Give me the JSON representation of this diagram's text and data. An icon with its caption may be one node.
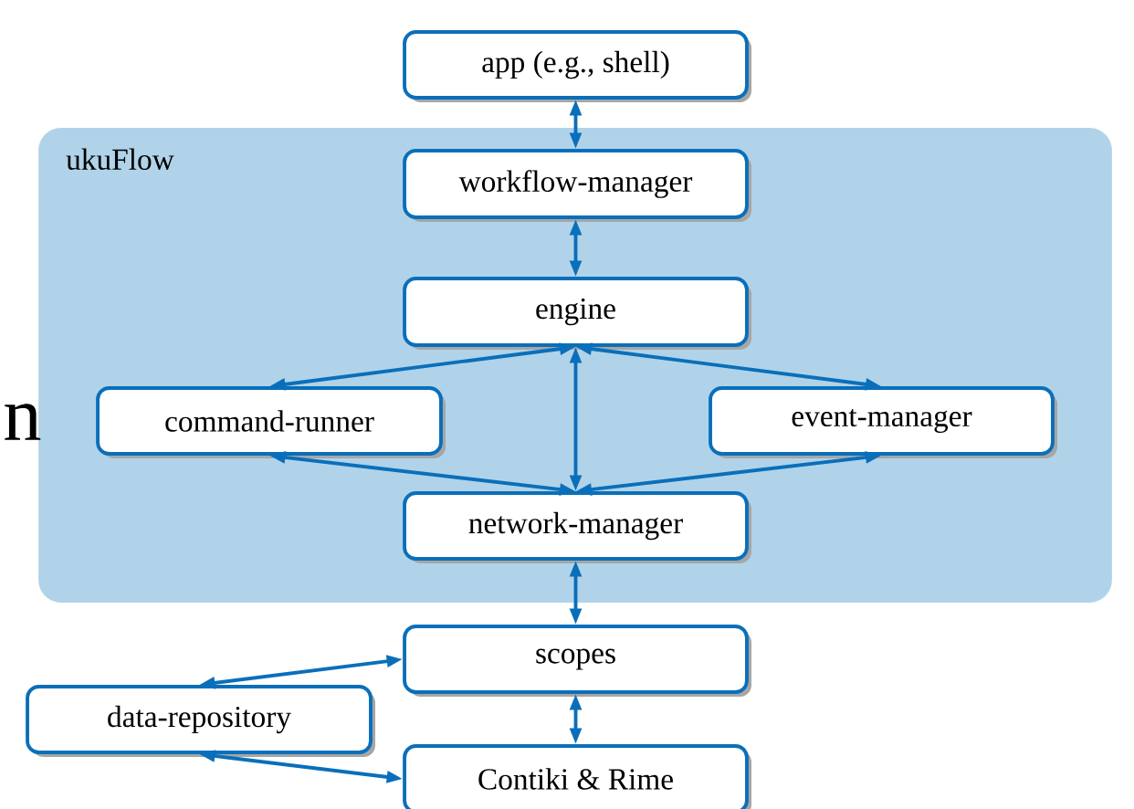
{
  "diagram": {
    "nodes": [
      {
        "text": [
          "ukuFlow"
        ]
      },
      {
        "text": [
          "app (e.g., shell)"
        ]
      },
      {
        "text": [
          "workflow-manager"
        ],
        "in": 0
      },
      {
        "text": [
          "engine"
        ],
        "in": 0
      },
      {
        "text": [
          "command-runner"
        ],
        "in": 0
      },
      {
        "text": [
          "event-manager"
        ],
        "in": 0
      },
      {
        "text": [
          "network-manager"
        ],
        "in": 0
      },
      {
        "text": [
          "scopes"
        ]
      },
      {
        "text": [
          "data-repository"
        ]
      },
      {
        "text": [
          "Contiki & Rime"
        ]
      }
    ],
    "edges": [
      {
        "from": 1,
        "to": 2,
        "arrow": "both"
      },
      {
        "from": 2,
        "to": 3,
        "arrow": "both"
      },
      {
        "from": 3,
        "to": 4,
        "arrow": "both"
      },
      {
        "from": 3,
        "to": 5,
        "arrow": "both"
      },
      {
        "from": 3,
        "to": 6,
        "arrow": "both"
      },
      {
        "from": 4,
        "to": 6,
        "arrow": "both"
      },
      {
        "from": 5,
        "to": 6,
        "arrow": "both"
      },
      {
        "from": 6,
        "to": 7,
        "arrow": "both"
      },
      {
        "from": 7,
        "to": 8,
        "arrow": "both"
      },
      {
        "from": 7,
        "to": 9,
        "arrow": "both"
      },
      {
        "from": 8,
        "to": 9,
        "arrow": "both"
      }
    ],
    "labels": [
      "n"
    ]
  }
}
